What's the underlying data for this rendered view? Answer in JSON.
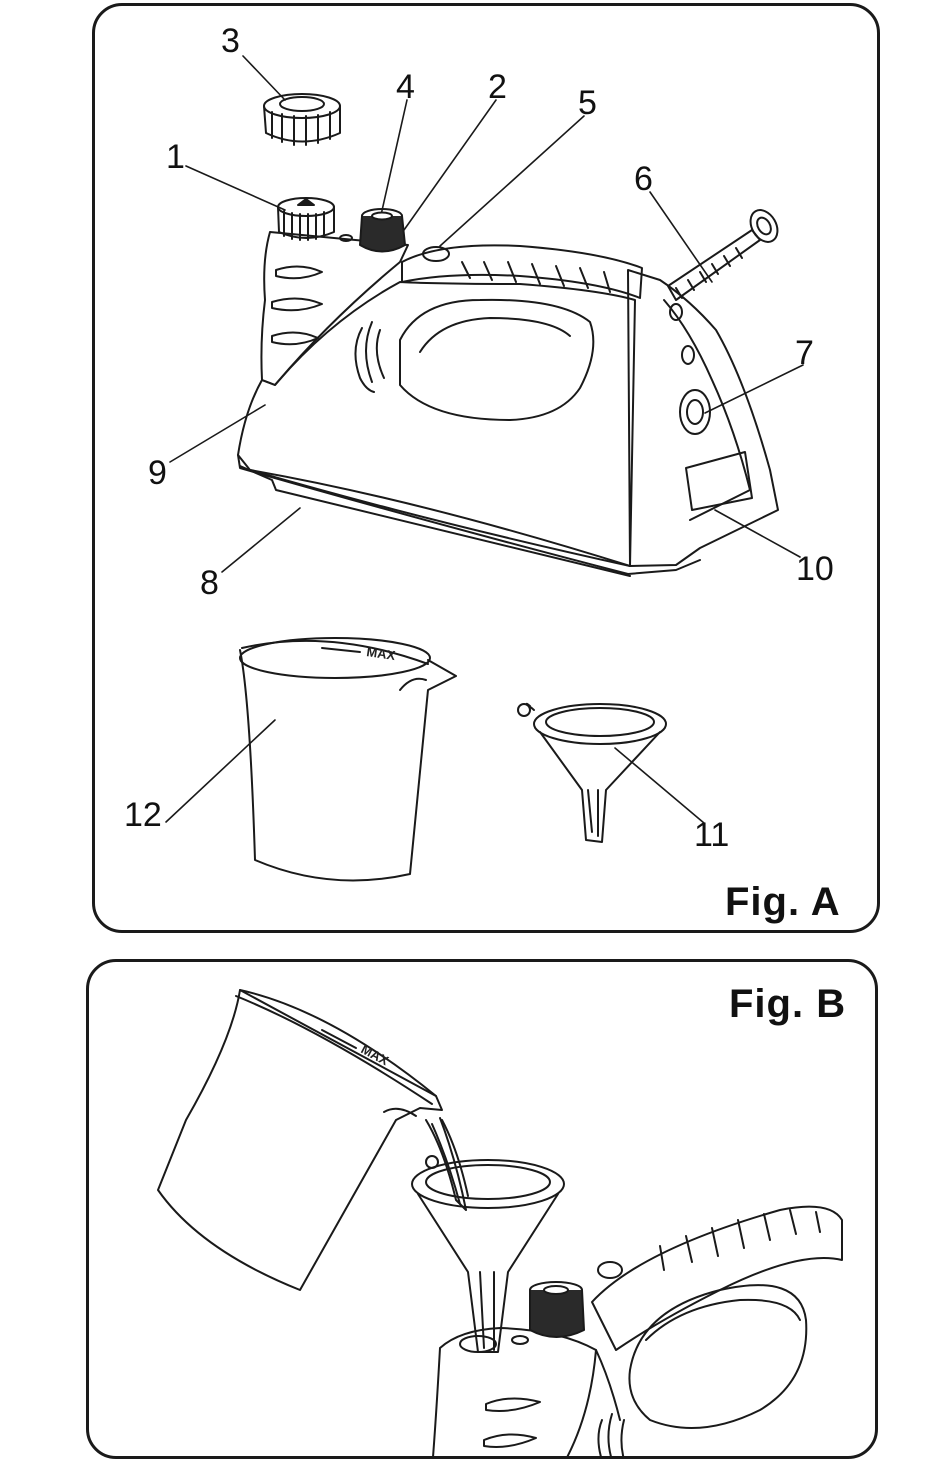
{
  "figure_a": {
    "title": "Fig. A",
    "callouts": {
      "c1": "1",
      "c2": "2",
      "c3": "3",
      "c4": "4",
      "c5": "5",
      "c6": "6",
      "c7": "7",
      "c8": "8",
      "c9": "9",
      "c10": "10",
      "c11": "11",
      "c12": "12"
    },
    "cup_marking": "MAX"
  },
  "figure_b": {
    "title": "Fig. B",
    "cup_marking": "MAX"
  }
}
